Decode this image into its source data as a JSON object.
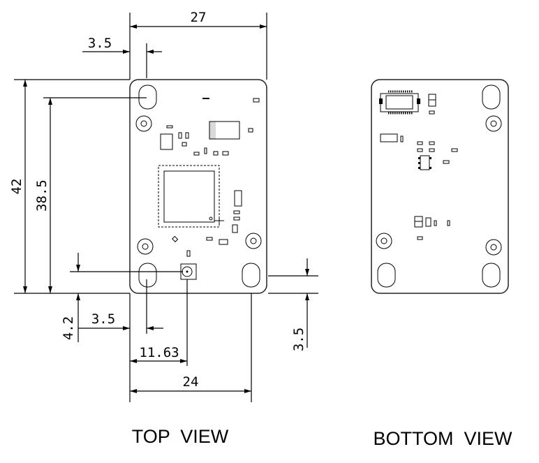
{
  "dimensions": {
    "width_total": "27",
    "top_hole_offset": "3.5",
    "height_total": "42",
    "height_hole_span": "38.5",
    "antenna_offset_y": "4.2",
    "bottom_hole_offset": "3.5",
    "antenna_offset_x": "11.63",
    "hole_span_x": "24",
    "right_hole_offset": "3.5"
  },
  "labels": {
    "top_view": "TOP  VIEW",
    "bottom_view": "BOTTOM  VIEW"
  }
}
